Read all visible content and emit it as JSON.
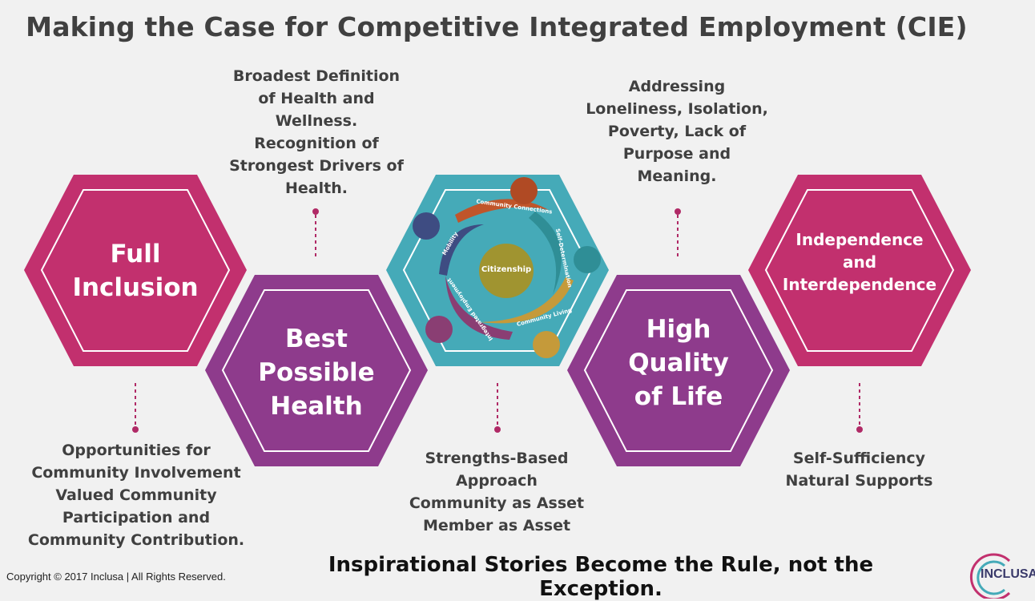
{
  "title": "Making the Case for Competitive Integrated Employment (CIE)",
  "hexagons": [
    {
      "label": "Full\nInclusion",
      "color": "#c2306e"
    },
    {
      "label": "Best\nPossible\nHealth",
      "color": "#8e3b8c"
    },
    {
      "label": "Citizenship",
      "color": "#45aab8"
    },
    {
      "label": "High\nQuality\nof Life",
      "color": "#8e3b8c"
    },
    {
      "label": "Independence\nand\nInterdependence",
      "color": "#c2306e"
    }
  ],
  "center_wheel": {
    "center_label": "Citizenship",
    "arcs": [
      "Community Connections",
      "Self-Determination",
      "Community Living",
      "Integrated Employment",
      "Mobility"
    ]
  },
  "notes": {
    "full_inclusion": "Opportunities for\nCommunity Involvement\nValued Community\nParticipation and\nCommunity Contribution.",
    "best_health": "Broadest Definition\nof Health and\nWellness.\nRecognition of\nStrongest Drivers of\nHealth.",
    "citizenship": "Strengths-Based\nApproach\nCommunity as Asset\nMember as Asset",
    "quality_of_life": "Addressing\nLoneliness, Isolation,\nPoverty, Lack of\nPurpose and\nMeaning.",
    "independence": "Self-Sufficiency\nNatural Supports"
  },
  "tagline": "Inspirational Stories Become the Rule, not the Exception.",
  "copyright": "Copyright © 2017 Inclusa | All Rights Reserved.",
  "logo": "INCLUSA",
  "colors": {
    "magenta": "#c2306e",
    "purple": "#8e3b8c",
    "teal": "#45aab8",
    "connector": "#b02a66"
  }
}
